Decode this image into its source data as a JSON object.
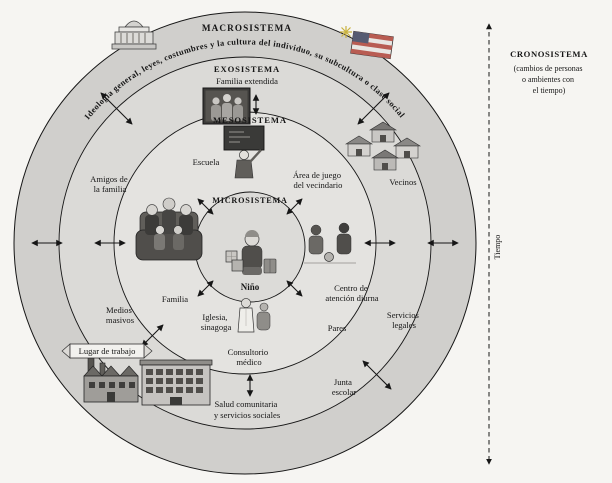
{
  "colors": {
    "page_bg": "#f6f5f2",
    "ring_macro": "#d0cfcc",
    "ring_exo": "#dbdad7",
    "ring_meso": "#e4e3e0",
    "ring_micro": "#dcdbd8",
    "line": "#161616"
  },
  "rings": {
    "macro_label": "MACROSISTEMA",
    "arc_text": "Ideología general, leyes, costumbres y la cultura del individuo, su subcultura o clase social",
    "exo_label": "EXOSISTEMA",
    "exo_sublabel": "Familia extendida",
    "meso_label": "MESOSISTEMA",
    "micro_label": "MICROSISTEMA",
    "child_label": "Niño"
  },
  "settings": {
    "escuela": "Escuela",
    "area_juego_l1": "Área de juego",
    "area_juego_l2": "del vecindario",
    "vecinos": "Vecinos",
    "amigos_l1": "Amigos de",
    "amigos_l2": "la familia",
    "familia": "Familia",
    "centro_l1": "Centro de",
    "centro_l2": "atención diurna",
    "pares": "Pares",
    "servicios_l1": "Servicios",
    "servicios_l2": "legales",
    "medios_l1": "Medios",
    "medios_l2": "masivos",
    "iglesia_l1": "Iglesia,",
    "iglesia_l2": "sinagoga",
    "lugar_trabajo": "Lugar de trabajo",
    "consultorio_l1": "Consultorio",
    "consultorio_l2": "médico",
    "salud_l1": "Salud comunitaria",
    "salud_l2": "y servicios sociales",
    "junta_l1": "Junta",
    "junta_l2": "escolar"
  },
  "crono": {
    "title": "CRONOSISTEMA",
    "sub_l1": "(cambios de personas",
    "sub_l2": "o ambientes con",
    "sub_l3": "el tiempo)",
    "tiempo": "Tiempo"
  }
}
